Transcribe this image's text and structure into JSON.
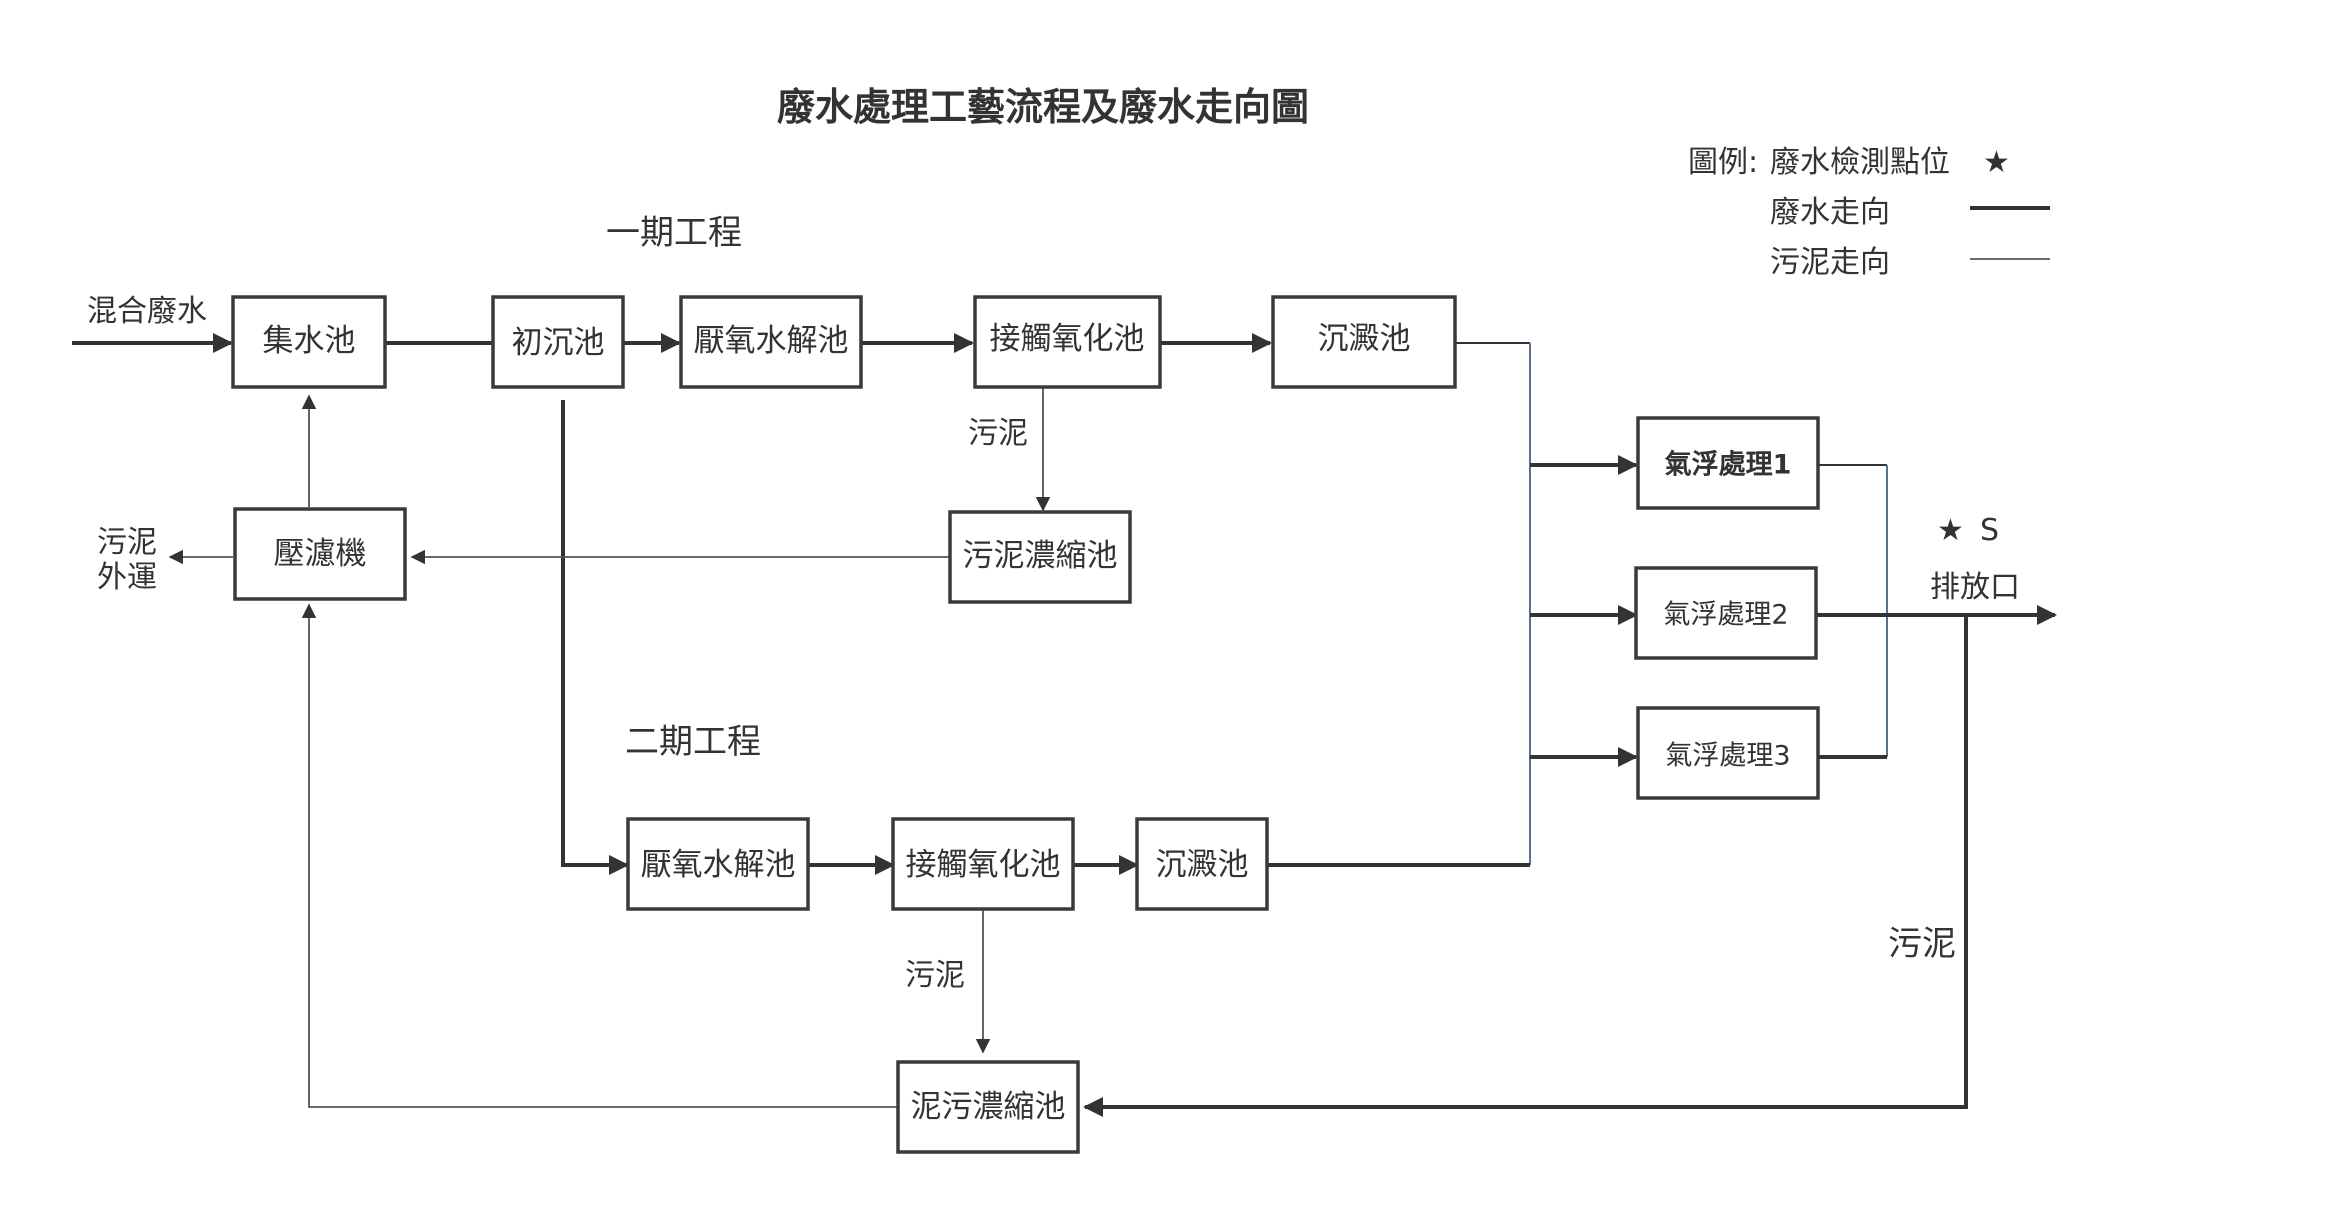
{
  "title": "廢水處理工藝流程及廢水走向圖",
  "legend": {
    "prefix": "圖例:",
    "items": [
      {
        "label": "廢水檢測點位",
        "symbol": "★"
      },
      {
        "label": "廢水走向",
        "symbol": "thick-line"
      },
      {
        "label": "污泥走向",
        "symbol": "thin-line"
      }
    ]
  },
  "sections": {
    "phase1": "一期工程",
    "phase2": "二期工程"
  },
  "nodes": {
    "collect": "集水池",
    "primary": "初沉池",
    "anaerobic1": "厭氧水解池",
    "contact1": "接觸氧化池",
    "settle1": "沉澱池",
    "filterpress": "壓濾機",
    "sludge_thick1": "污泥濃縮池",
    "float1": "氣浮處理1",
    "float2": "氣浮處理2",
    "float3": "氣浮處理3",
    "anaerobic2": "厭氧水解池",
    "contact2": "接觸氧化池",
    "settle2": "沉澱池",
    "sludge_thick2": "泥污濃縮池"
  },
  "labels": {
    "inflow": "混合廢水",
    "sludge_out_1": "污泥",
    "sludge_out_2": "外運",
    "sludge_a": "污泥",
    "sludge_b": "污泥",
    "sludge_c": "污泥",
    "outlet": "排放口",
    "sample_mark": "★",
    "sample_code": "S"
  }
}
